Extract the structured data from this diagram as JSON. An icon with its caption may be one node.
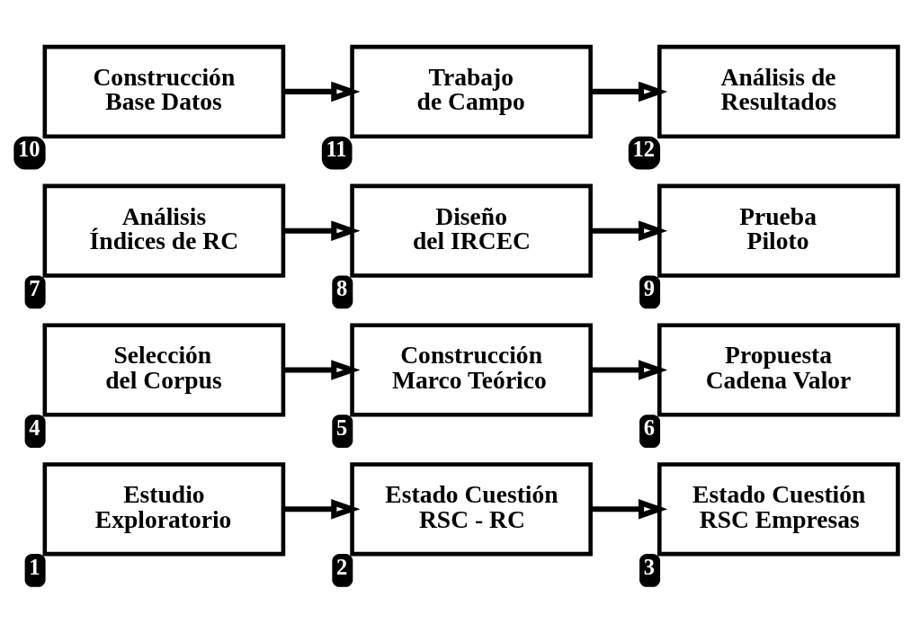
{
  "diagram": {
    "nodes": [
      {
        "text": [
          "Estudio Exploratorio"
        ],
        "beside": [
          "1"
        ]
      },
      {
        "text": [
          "Estado Cuestión RSC - RC"
        ],
        "beside": [
          "2"
        ]
      },
      {
        "text": [
          "Estado Cuestión RSC Empresas"
        ],
        "beside": [
          "3"
        ]
      },
      {
        "text": [
          "Selección del Corpus"
        ],
        "beside": [
          "4"
        ]
      },
      {
        "text": [
          "Construcción Marco Teórico"
        ],
        "beside": [
          "5"
        ]
      },
      {
        "text": [
          "Propuesta Cadena Valor"
        ],
        "beside": [
          "6"
        ]
      },
      {
        "text": [
          "Análisis Índices de RC"
        ],
        "beside": [
          "7"
        ]
      },
      {
        "text": [
          "Diseño del IRCEC"
        ],
        "beside": [
          "8"
        ]
      },
      {
        "text": [
          "Prueba Piloto"
        ],
        "beside": [
          "9"
        ]
      },
      {
        "text": [
          "Construcción Base Datos"
        ],
        "beside": [
          "10"
        ]
      },
      {
        "text": [
          "Trabajo de Campo"
        ],
        "beside": [
          "11"
        ]
      },
      {
        "text": [
          "Análisis de Resultados"
        ],
        "beside": [
          "12"
        ]
      }
    ],
    "edges": [
      {
        "from": 0,
        "to": 1,
        "arrow": "to"
      },
      {
        "from": 1,
        "to": 2,
        "arrow": "to"
      },
      {
        "from": 3,
        "to": 4,
        "arrow": "to"
      },
      {
        "from": 4,
        "to": 5,
        "arrow": "to"
      },
      {
        "from": 6,
        "to": 7,
        "arrow": "to"
      },
      {
        "from": 7,
        "to": 8,
        "arrow": "to"
      },
      {
        "from": 9,
        "to": 10,
        "arrow": "to"
      },
      {
        "from": 10,
        "to": 11,
        "arrow": "to"
      }
    ]
  }
}
